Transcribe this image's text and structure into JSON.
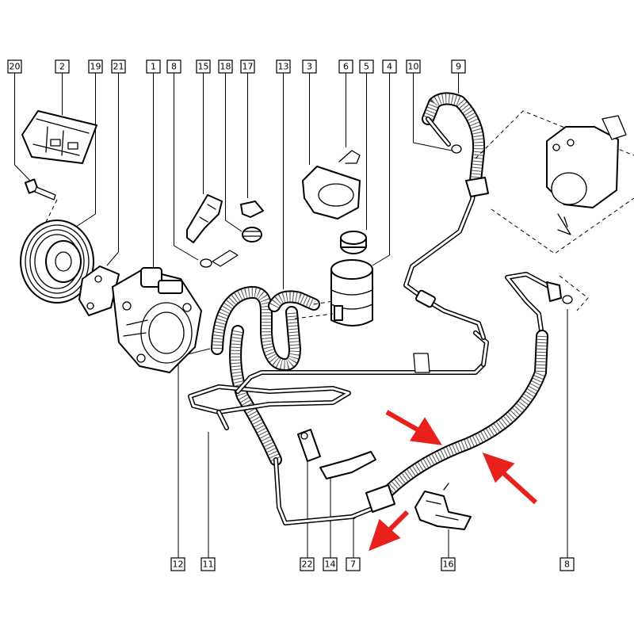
{
  "callouts": {
    "c20": "20",
    "c2": "2",
    "c19": "19",
    "c21": "21",
    "c1": "1",
    "c8": "8",
    "c15": "15",
    "c18": "18",
    "c17": "17",
    "c13": "13",
    "c3": "3",
    "c6": "6",
    "c5": "5",
    "c4": "4",
    "c10": "10",
    "c9": "9",
    "c12": "12",
    "c11": "11",
    "c22": "22",
    "c14": "14",
    "c7": "7",
    "c16": "16",
    "c8b": "8"
  },
  "colors": {
    "line": "#000000",
    "background": "#ffffff",
    "arrow": "#e8211c"
  },
  "highlight_arrows": {
    "count": 3,
    "target": "high-pressure hose",
    "color_name": "red"
  }
}
